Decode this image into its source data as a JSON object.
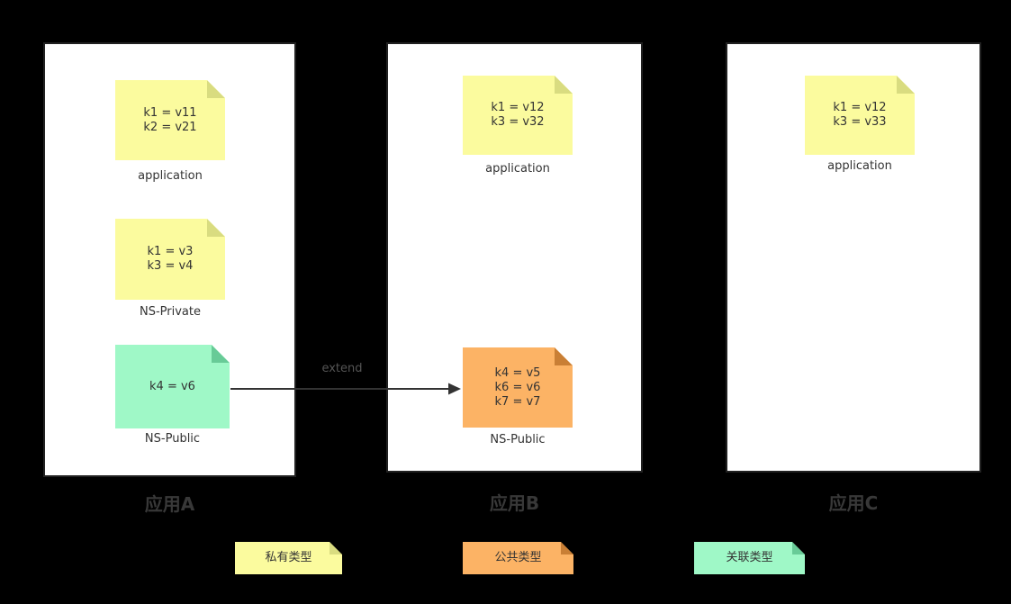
{
  "diagram": {
    "background": "#000000",
    "colors": {
      "panel_bg": "#ffffff",
      "panel_border": "#212121",
      "private_note_fill": "#fbfb9e",
      "private_note_fold": "#d9dc80",
      "public_note_fill": "#fcb365",
      "public_note_fold": "#c97f35",
      "associated_note_fill": "#9ff8c7",
      "associated_note_fold": "#68cb97",
      "note_text": "#333333",
      "panel_title_text": "#383838",
      "arrow": "#333333"
    }
  },
  "panels": [
    {
      "title": "应用A",
      "notes": [
        {
          "kind": "private",
          "lines": [
            "k1 = v11",
            "k2 = v21"
          ],
          "label": "application"
        },
        {
          "kind": "private",
          "lines": [
            "k1 = v3",
            "k3 = v4"
          ],
          "label": "NS-Private"
        },
        {
          "kind": "associated",
          "lines": [
            "k4 = v6"
          ],
          "label": "NS-Public"
        }
      ]
    },
    {
      "title": "应用B",
      "notes": [
        {
          "kind": "private",
          "lines": [
            "k1 = v12",
            "k3 = v32"
          ],
          "label": "application"
        },
        {
          "kind": "public",
          "lines": [
            "k4 = v5",
            "k6 = v6",
            "k7 = v7"
          ],
          "label": "NS-Public"
        }
      ]
    },
    {
      "title": "应用C",
      "notes": [
        {
          "kind": "private",
          "lines": [
            "k1 = v12",
            "k3 = v33"
          ],
          "label": "application"
        }
      ]
    }
  ],
  "arrow": {
    "label": "extend",
    "from": "NS-Public (应用A)",
    "to": "NS-Public (应用B)"
  },
  "legend": {
    "items": [
      {
        "label": "私有类型",
        "color": "#fbfb9e"
      },
      {
        "label": "公共类型",
        "color": "#fcb365"
      },
      {
        "label": "关联类型",
        "color": "#9ff8c7"
      }
    ]
  }
}
